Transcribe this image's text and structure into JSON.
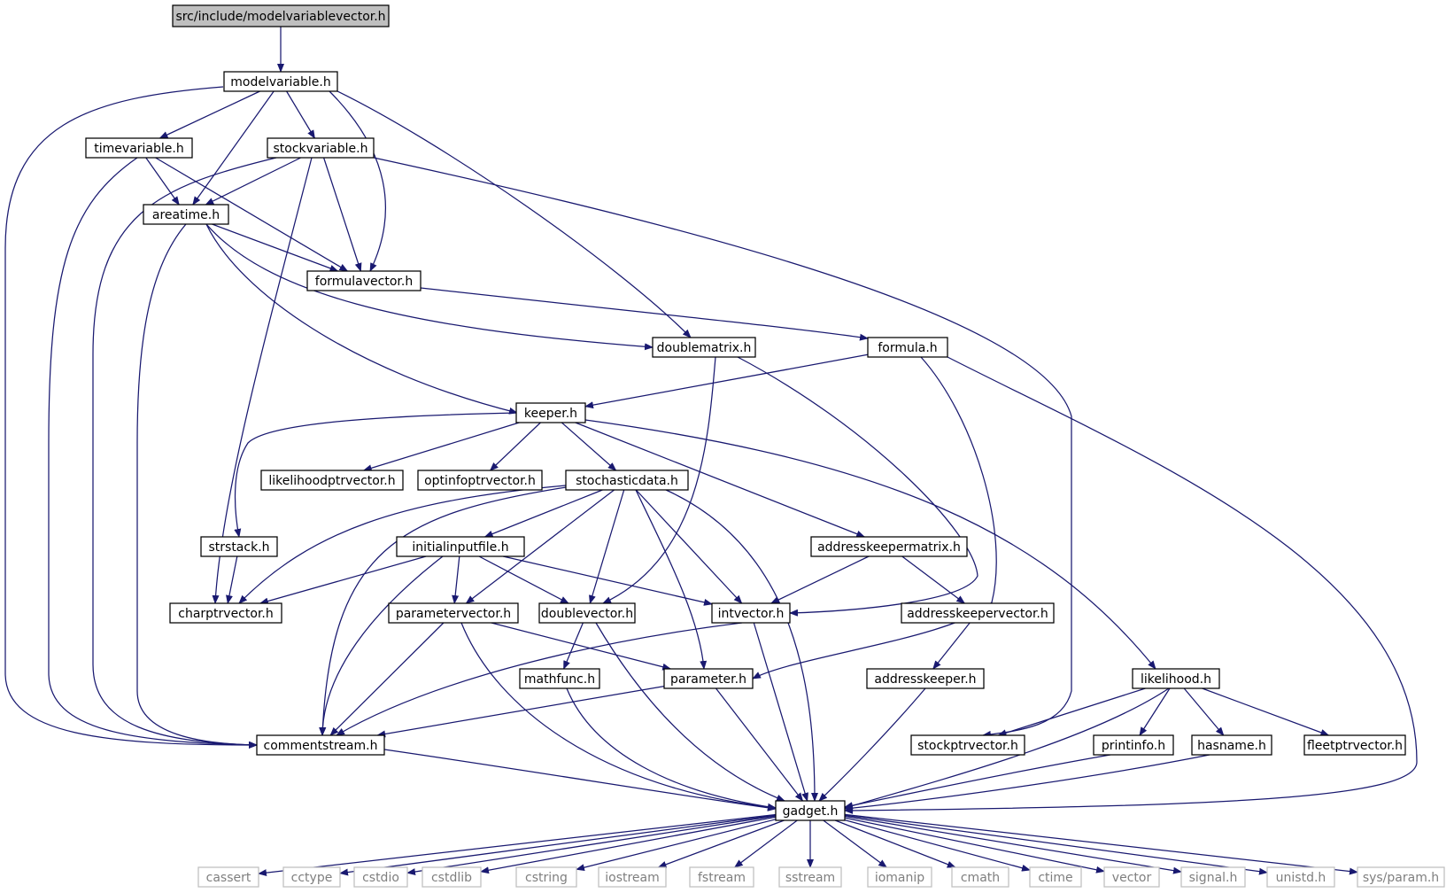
{
  "diagram": {
    "type": "include-dependency-graph",
    "colors": {
      "edge": "#191970",
      "root_fill": "#bfbfbf",
      "node_border": "#000000",
      "system_border": "#bfbfbf",
      "system_text": "#7f7f7f"
    },
    "nodes": [
      {
        "id": "root",
        "label": "src/include/modelvariablevector.h",
        "kind": "root"
      },
      {
        "id": "modelvariable",
        "label": "modelvariable.h",
        "kind": "normal"
      },
      {
        "id": "timevariable",
        "label": "timevariable.h",
        "kind": "normal"
      },
      {
        "id": "stockvariable",
        "label": "stockvariable.h",
        "kind": "normal"
      },
      {
        "id": "areatime",
        "label": "areatime.h",
        "kind": "normal"
      },
      {
        "id": "formulavector",
        "label": "formulavector.h",
        "kind": "normal"
      },
      {
        "id": "doublematrix",
        "label": "doublematrix.h",
        "kind": "normal"
      },
      {
        "id": "formula",
        "label": "formula.h",
        "kind": "normal"
      },
      {
        "id": "keeper",
        "label": "keeper.h",
        "kind": "normal"
      },
      {
        "id": "likelihoodptrvector",
        "label": "likelihoodptrvector.h",
        "kind": "normal"
      },
      {
        "id": "optinfoptrvector",
        "label": "optinfoptrvector.h",
        "kind": "normal"
      },
      {
        "id": "stochasticdata",
        "label": "stochasticdata.h",
        "kind": "normal"
      },
      {
        "id": "strstack",
        "label": "strstack.h",
        "kind": "normal"
      },
      {
        "id": "initialinputfile",
        "label": "initialinputfile.h",
        "kind": "normal"
      },
      {
        "id": "addresskeepermatrix",
        "label": "addresskeepermatrix.h",
        "kind": "normal"
      },
      {
        "id": "charptrvector",
        "label": "charptrvector.h",
        "kind": "normal"
      },
      {
        "id": "parametervector",
        "label": "parametervector.h",
        "kind": "normal"
      },
      {
        "id": "doublevector",
        "label": "doublevector.h",
        "kind": "normal"
      },
      {
        "id": "intvector",
        "label": "intvector.h",
        "kind": "normal"
      },
      {
        "id": "addresskeepervector",
        "label": "addresskeepervector.h",
        "kind": "normal"
      },
      {
        "id": "mathfunc",
        "label": "mathfunc.h",
        "kind": "normal"
      },
      {
        "id": "parameter",
        "label": "parameter.h",
        "kind": "normal"
      },
      {
        "id": "addresskeeper",
        "label": "addresskeeper.h",
        "kind": "normal"
      },
      {
        "id": "likelihood",
        "label": "likelihood.h",
        "kind": "normal"
      },
      {
        "id": "commentstream",
        "label": "commentstream.h",
        "kind": "normal"
      },
      {
        "id": "stockptrvector",
        "label": "stockptrvector.h",
        "kind": "normal"
      },
      {
        "id": "printinfo",
        "label": "printinfo.h",
        "kind": "normal"
      },
      {
        "id": "hasname",
        "label": "hasname.h",
        "kind": "normal"
      },
      {
        "id": "fleetptrvector",
        "label": "fleetptrvector.h",
        "kind": "normal"
      },
      {
        "id": "gadget",
        "label": "gadget.h",
        "kind": "normal"
      },
      {
        "id": "cassert",
        "label": "cassert",
        "kind": "system"
      },
      {
        "id": "cctype",
        "label": "cctype",
        "kind": "system"
      },
      {
        "id": "cstdio",
        "label": "cstdio",
        "kind": "system"
      },
      {
        "id": "cstdlib",
        "label": "cstdlib",
        "kind": "system"
      },
      {
        "id": "cstring",
        "label": "cstring",
        "kind": "system"
      },
      {
        "id": "iostream",
        "label": "iostream",
        "kind": "system"
      },
      {
        "id": "fstream",
        "label": "fstream",
        "kind": "system"
      },
      {
        "id": "sstream",
        "label": "sstream",
        "kind": "system"
      },
      {
        "id": "iomanip",
        "label": "iomanip",
        "kind": "system"
      },
      {
        "id": "cmath",
        "label": "cmath",
        "kind": "system"
      },
      {
        "id": "ctime",
        "label": "ctime",
        "kind": "system"
      },
      {
        "id": "vector",
        "label": "vector",
        "kind": "system"
      },
      {
        "id": "signal",
        "label": "signal.h",
        "kind": "system"
      },
      {
        "id": "unistd",
        "label": "unistd.h",
        "kind": "system"
      },
      {
        "id": "sysparam",
        "label": "sys/param.h",
        "kind": "system"
      }
    ],
    "edges": [
      {
        "from": "root",
        "to": "modelvariable"
      },
      {
        "from": "modelvariable",
        "to": "commentstream"
      },
      {
        "from": "modelvariable",
        "to": "timevariable"
      },
      {
        "from": "modelvariable",
        "to": "areatime"
      },
      {
        "from": "modelvariable",
        "to": "stockvariable"
      },
      {
        "from": "modelvariable",
        "to": "formulavector"
      },
      {
        "from": "modelvariable",
        "to": "doublematrix"
      },
      {
        "from": "timevariable",
        "to": "areatime"
      },
      {
        "from": "timevariable",
        "to": "formulavector"
      },
      {
        "from": "timevariable",
        "to": "commentstream"
      },
      {
        "from": "stockvariable",
        "to": "areatime"
      },
      {
        "from": "stockvariable",
        "to": "formulavector"
      },
      {
        "from": "stockvariable",
        "to": "commentstream"
      },
      {
        "from": "stockvariable",
        "to": "charptrvector"
      },
      {
        "from": "stockvariable",
        "to": "stockptrvector"
      },
      {
        "from": "areatime",
        "to": "formulavector"
      },
      {
        "from": "areatime",
        "to": "doublematrix"
      },
      {
        "from": "areatime",
        "to": "keeper"
      },
      {
        "from": "areatime",
        "to": "commentstream"
      },
      {
        "from": "formulavector",
        "to": "formula"
      },
      {
        "from": "doublematrix",
        "to": "doublevector"
      },
      {
        "from": "doublematrix",
        "to": "intvector"
      },
      {
        "from": "formula",
        "to": "keeper"
      },
      {
        "from": "formula",
        "to": "parameter"
      },
      {
        "from": "formula",
        "to": "gadget"
      },
      {
        "from": "keeper",
        "to": "strstack"
      },
      {
        "from": "keeper",
        "to": "likelihoodptrvector"
      },
      {
        "from": "keeper",
        "to": "optinfoptrvector"
      },
      {
        "from": "keeper",
        "to": "stochasticdata"
      },
      {
        "from": "keeper",
        "to": "addresskeepermatrix"
      },
      {
        "from": "keeper",
        "to": "likelihood"
      },
      {
        "from": "stochasticdata",
        "to": "charptrvector"
      },
      {
        "from": "stochasticdata",
        "to": "commentstream"
      },
      {
        "from": "stochasticdata",
        "to": "initialinputfile"
      },
      {
        "from": "stochasticdata",
        "to": "parametervector"
      },
      {
        "from": "stochasticdata",
        "to": "doublevector"
      },
      {
        "from": "stochasticdata",
        "to": "intvector"
      },
      {
        "from": "stochasticdata",
        "to": "parameter"
      },
      {
        "from": "stochasticdata",
        "to": "gadget"
      },
      {
        "from": "strstack",
        "to": "charptrvector"
      },
      {
        "from": "initialinputfile",
        "to": "charptrvector"
      },
      {
        "from": "initialinputfile",
        "to": "parametervector"
      },
      {
        "from": "initialinputfile",
        "to": "doublevector"
      },
      {
        "from": "initialinputfile",
        "to": "intvector"
      },
      {
        "from": "initialinputfile",
        "to": "commentstream"
      },
      {
        "from": "addresskeepermatrix",
        "to": "intvector"
      },
      {
        "from": "addresskeepermatrix",
        "to": "addresskeepervector"
      },
      {
        "from": "parametervector",
        "to": "parameter"
      },
      {
        "from": "parametervector",
        "to": "commentstream"
      },
      {
        "from": "parametervector",
        "to": "gadget"
      },
      {
        "from": "doublevector",
        "to": "mathfunc"
      },
      {
        "from": "doublevector",
        "to": "gadget"
      },
      {
        "from": "intvector",
        "to": "commentstream"
      },
      {
        "from": "intvector",
        "to": "gadget"
      },
      {
        "from": "addresskeepervector",
        "to": "addresskeeper"
      },
      {
        "from": "mathfunc",
        "to": "gadget"
      },
      {
        "from": "parameter",
        "to": "commentstream"
      },
      {
        "from": "parameter",
        "to": "gadget"
      },
      {
        "from": "addresskeeper",
        "to": "gadget"
      },
      {
        "from": "likelihood",
        "to": "stockptrvector"
      },
      {
        "from": "likelihood",
        "to": "printinfo"
      },
      {
        "from": "likelihood",
        "to": "hasname"
      },
      {
        "from": "likelihood",
        "to": "fleetptrvector"
      },
      {
        "from": "likelihood",
        "to": "gadget"
      },
      {
        "from": "commentstream",
        "to": "gadget"
      },
      {
        "from": "printinfo",
        "to": "gadget"
      },
      {
        "from": "hasname",
        "to": "gadget"
      },
      {
        "from": "gadget",
        "to": "cassert"
      },
      {
        "from": "gadget",
        "to": "cctype"
      },
      {
        "from": "gadget",
        "to": "cstdio"
      },
      {
        "from": "gadget",
        "to": "cstdlib"
      },
      {
        "from": "gadget",
        "to": "cstring"
      },
      {
        "from": "gadget",
        "to": "iostream"
      },
      {
        "from": "gadget",
        "to": "fstream"
      },
      {
        "from": "gadget",
        "to": "sstream"
      },
      {
        "from": "gadget",
        "to": "iomanip"
      },
      {
        "from": "gadget",
        "to": "cmath"
      },
      {
        "from": "gadget",
        "to": "ctime"
      },
      {
        "from": "gadget",
        "to": "vector"
      },
      {
        "from": "gadget",
        "to": "signal"
      },
      {
        "from": "gadget",
        "to": "unistd"
      },
      {
        "from": "gadget",
        "to": "sysparam"
      }
    ]
  }
}
